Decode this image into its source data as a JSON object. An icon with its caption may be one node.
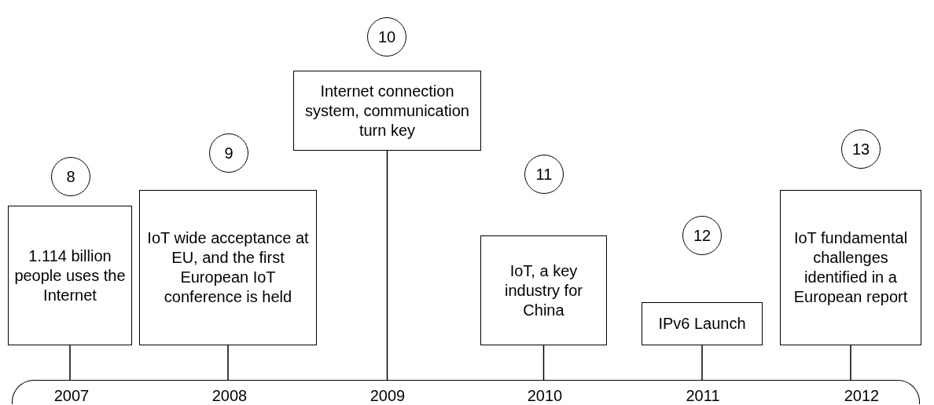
{
  "diagram": {
    "nodes": [
      {
        "text": [
          "8"
        ]
      },
      {
        "text": [
          "1.114 billion people uses the Internet"
        ]
      },
      {
        "text": [
          "9"
        ]
      },
      {
        "text": [
          "IoT wide acceptance at EU, and the first European IoT conference is held"
        ]
      },
      {
        "text": [
          "10"
        ]
      },
      {
        "text": [
          "Internet connection system, communication turn key"
        ]
      },
      {
        "text": [
          "11"
        ]
      },
      {
        "text": [
          "IoT, a key industry for China"
        ]
      },
      {
        "text": [
          "12"
        ]
      },
      {
        "text": [
          "IPv6 Launch"
        ]
      },
      {
        "text": [
          "13"
        ]
      },
      {
        "text": [
          "IoT fundamental challenges identified in a European report"
        ]
      },
      {
        "text": [
          "2007",
          "2008",
          "2009",
          "2010",
          "2011",
          "2012"
        ]
      }
    ],
    "edges": [
      {
        "from": 1,
        "to": 12,
        "arrow": "none"
      },
      {
        "from": 3,
        "to": 12,
        "arrow": "none"
      },
      {
        "from": 5,
        "to": 12,
        "arrow": "none"
      },
      {
        "from": 7,
        "to": 12,
        "arrow": "none"
      },
      {
        "from": 9,
        "to": 12,
        "arrow": "none"
      },
      {
        "from": 11,
        "to": 12,
        "arrow": "none"
      }
    ]
  }
}
